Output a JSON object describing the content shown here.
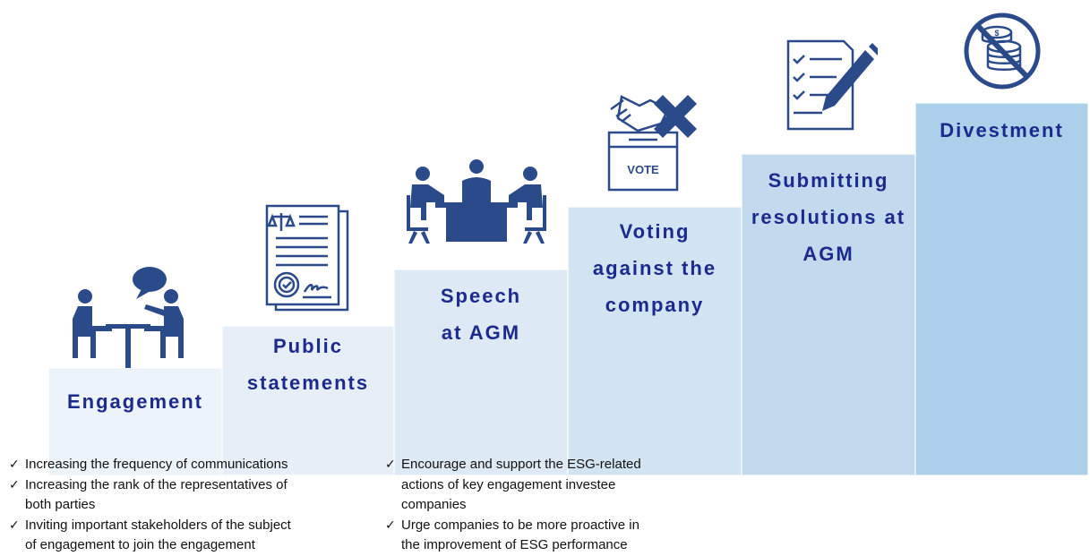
{
  "colors": {
    "step_1": "#ecf3f9",
    "step_2": "#e6eff8",
    "step_3": "#dde9f4",
    "step_4": "#d2e4f2",
    "step_5": "#c1daee",
    "step_6": "#acd0e9",
    "label": "#1b2a8c",
    "icon": "#2b4a8a"
  },
  "steps": [
    {
      "label": "Engagement",
      "icon": "meeting-two-people-icon"
    },
    {
      "label": "Public\nstatements",
      "icon": "legal-document-icon"
    },
    {
      "label": "Speech\nat AGM",
      "icon": "board-meeting-icon"
    },
    {
      "label": "Voting\nagainst the\ncompany",
      "icon": "vote-against-icon"
    },
    {
      "label": "Submitting\nresolutions at\nAGM",
      "icon": "checklist-pen-icon"
    },
    {
      "label": "Divestment",
      "icon": "no-money-icon"
    }
  ],
  "notes_left": [
    "Increasing the frequency of communications",
    "Increasing the rank of the representatives of\nboth parties",
    "Inviting important stakeholders of the subject\nof engagement to join the engagement"
  ],
  "notes_right": [
    "Encourage and support the ESG-related\nactions of key engagement investee\ncompanies",
    "Urge companies to be more proactive in\nthe improvement of ESG performance"
  ],
  "check_glyph": "✓"
}
